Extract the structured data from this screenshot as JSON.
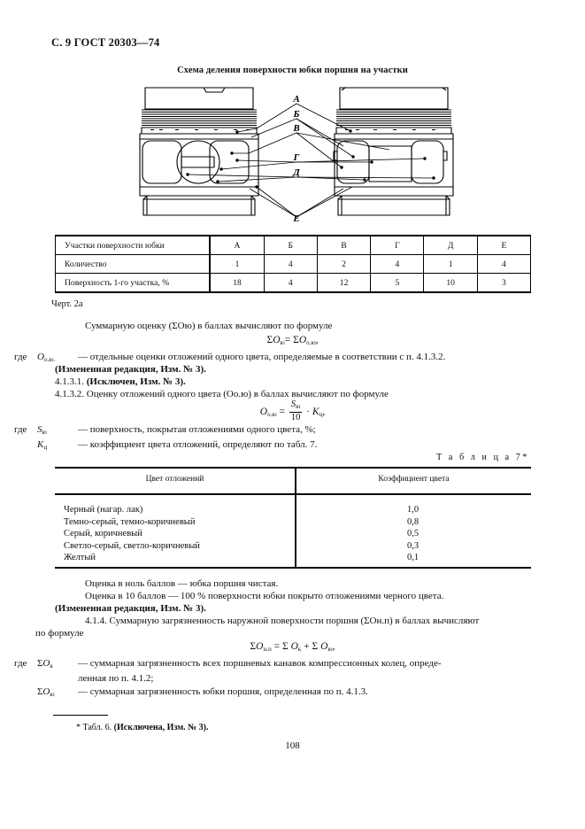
{
  "header": {
    "running_head": "С. 9 ГОСТ 20303—74",
    "folio": "108"
  },
  "figure": {
    "title": "Схема деления поверхности юбки поршня на участки",
    "caption": "Черт. 2а",
    "zone_labels": [
      "А",
      "Б",
      "В",
      "Г",
      "Д",
      "Е"
    ]
  },
  "table_zones": {
    "rows": [
      {
        "label": "Участки поверхности юбки",
        "values": [
          "А",
          "Б",
          "В",
          "Г",
          "Д",
          "Е"
        ]
      },
      {
        "label": "Количество",
        "values": [
          "1",
          "4",
          "2",
          "4",
          "1",
          "4"
        ]
      },
      {
        "label": "Поверхность 1-го участка, %",
        "values": [
          "18",
          "4",
          "12",
          "5",
          "10",
          "3"
        ]
      }
    ]
  },
  "body": {
    "intro_sum": "Суммарную оценку (ΣOю) в баллах вычисляют по формуле",
    "formula1": {
      "lhs_sym": "O",
      "lhs_sub": "ю",
      "rhs_sym": "O",
      "rhs_sub": "о.ю",
      "sigma": "Σ",
      "eq": "=",
      "comma": ","
    },
    "where1": {
      "kw": "где",
      "sym": "O",
      "sym_sub": "о.ю.",
      "def": "— отдельные оценки отложений одного цвета, определяемые в соответствии с п. 4.1.3.2."
    },
    "note1": "(Измененная редакция, Изм. № 3).",
    "clause_4131": {
      "number": "4.1.3.1.",
      "text": "(Исключен, Изм. № 3)."
    },
    "clause_4132": {
      "number": "4.1.3.2.",
      "text": "Оценку отложений одного цвета (Oо.ю) в баллах вычисляют по формуле"
    },
    "formula2": {
      "lhs_sym": "O",
      "lhs_sub": "о.ю",
      "eq": "=",
      "num_sym": "S",
      "num_sub": "ю",
      "den": "10",
      "dot": "·",
      "k_sym": "K",
      "k_sub": "ц",
      "comma": ","
    },
    "where2": {
      "kw": "где",
      "items": [
        {
          "sym": "S",
          "sym_sub": "ю",
          "def": "— поверхность, покрытая отложениями одного цвета, %;"
        },
        {
          "sym": "K",
          "sym_sub": "ц",
          "def": "— коэффициент цвета отложений, определяют по табл. 7."
        }
      ]
    },
    "score_zero": "Оценка в ноль баллов — юбка поршня чистая.",
    "score_ten": "Оценка в 10 баллов — 100 % поверхности юбки покрыто отложениями черного цвета.",
    "note2": "(Измененная редакция, Изм. № 3).",
    "clause_414": {
      "number": "4.1.4.",
      "text_line1": "Суммарную загрязненность наружной поверхности поршня (ΣOн.п) в баллах вычисляют",
      "text_line2": "по формуле"
    },
    "formula3": {
      "sigma": "Σ",
      "lhs_sym": "O",
      "lhs_sub": "н.п",
      "eq": "=",
      "a_sym": "O",
      "a_sub": "к",
      "plus": "+",
      "b_sym": "O",
      "b_sub": "ю",
      "comma": ","
    },
    "where3": {
      "kw": "где",
      "items": [
        {
          "sigma": "Σ",
          "sym": "O",
          "sym_sub": "к",
          "def": "— суммарная загрязненность всех поршневых канавок компрессионных колец, опреде-",
          "def_cont": "ленная по п. 4.1.2;"
        },
        {
          "sigma": "Σ",
          "sym": "O",
          "sym_sub": "ю",
          "def": "— суммарная загрязненность юбки поршня, определенная по п. 4.1.3.",
          "def_cont": ""
        }
      ]
    }
  },
  "table7": {
    "label": "Т а б л и ц а 7*",
    "headers": [
      "Цвет отложений",
      "Коэффициент цвета"
    ],
    "rows": [
      {
        "color": "Черный (нагар. лак)",
        "coef": "1,0"
      },
      {
        "color": "Темно-серый, темно-коричневый",
        "coef": "0,8"
      },
      {
        "color": "Серый, коричневый",
        "coef": "0,5"
      },
      {
        "color": "Светло-серый, светло-коричневый",
        "coef": "0,3"
      },
      {
        "color": "Желтый",
        "coef": "0,1"
      }
    ]
  },
  "footnote": {
    "marker": "*",
    "text_plain": "Табл. 6.",
    "text_bold": "(Исключена, Изм. № 3)."
  }
}
